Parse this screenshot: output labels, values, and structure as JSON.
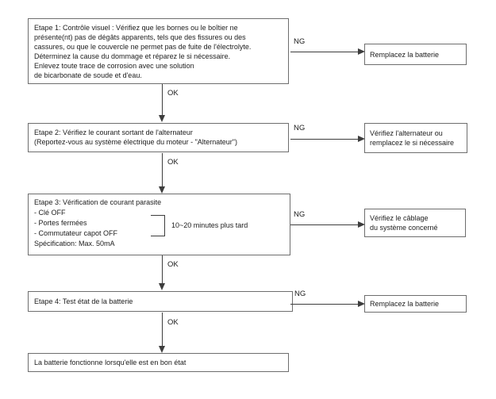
{
  "labels": {
    "ok": "OK",
    "ng": "NG"
  },
  "steps": {
    "step1": {
      "text": "Etape 1: Contrôle visuel : Vérifiez que les bornes ou le boîtier ne\nprésente(nt) pas de dégâts apparents, tels que des fissures ou des\ncassures, ou que le couvercle ne permet pas de fuite de l'électrolyte.\nDéterminez la cause du dommage et réparez le si nécessaire.\nEnlevez toute trace de corrosion avec une solution\nde bicarbonate de soude et d'eau."
    },
    "step2": {
      "text": "Etape 2: Vérifiez le courant sortant de l'alternateur\n(Reportez-vous au système électrique du moteur - \"Alternateur\")"
    },
    "step3": {
      "title": "Etape 3: Vérification de courant parasite",
      "conditions": [
        "- Clé OFF",
        "- Portes fermées",
        "- Commutateur capot OFF"
      ],
      "bracket_note": "10~20 minutes plus tard",
      "spec": "Spécification: Max. 50mA"
    },
    "step4": {
      "text": "Etape 4: Test état de la batterie"
    },
    "result": {
      "text": "La batterie fonctionne lorsqu'elle est en bon état"
    }
  },
  "actions": {
    "action1": {
      "text": "Remplacez la batterie"
    },
    "action2": {
      "text": "Vérifiez l'alternateur ou\nremplacez le si nécessaire"
    },
    "action3": {
      "text": "Vérifiez le câblage\ndu système concerné"
    },
    "action4": {
      "text": "Remplacez la batterie"
    }
  },
  "colors": {
    "background": "#ffffff",
    "box_border": "#6e6e6e",
    "connector": "#3d3d3d",
    "text": "#1c1c1c"
  }
}
